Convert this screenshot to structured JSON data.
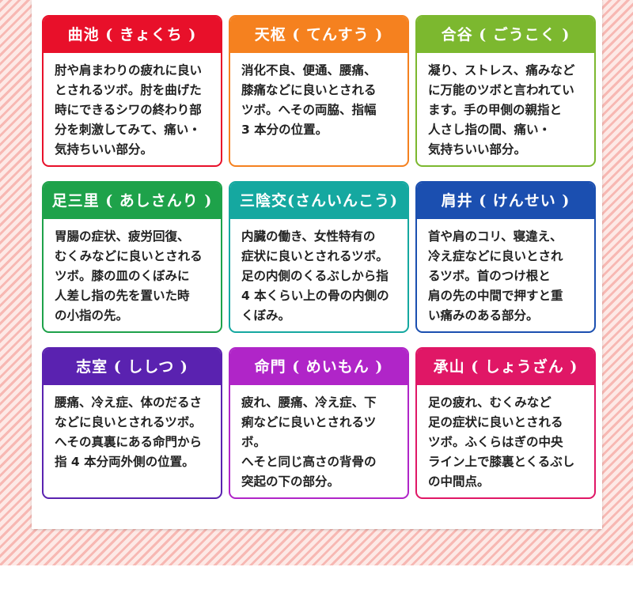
{
  "colors": {
    "background_stripe": "#f7b8b3",
    "panel": "#ffffff"
  },
  "cards": [
    {
      "title": "曲池 ( きょくち )",
      "color": "#e8102a",
      "text": "肘や肩まわりの疲れに良い\nとされるツボ。肘を曲げた\n時にできるシワの終わり部\n分を刺激してみて、痛い・\n気持ちいい部分。"
    },
    {
      "title": "天枢 ( てんすう )",
      "color": "#f5811f",
      "text": "消化不良、便通、腰痛、\n膝痛などに良いとされる\nツボ。へその両脇、指幅\n3 本分の位置。"
    },
    {
      "title": "合谷 ( ごうこく )",
      "color": "#7cb82f",
      "text": "凝り、ストレス、痛みなど\nに万能のツボと言われてい\nます。手の甲側の親指と\n人さし指の間、痛い・\n気持ちいい部分。"
    },
    {
      "title": "足三里 ( あしさんり )",
      "color": "#1ea24a",
      "text": "胃腸の症状、疲労回復、\nむくみなどに良いとされる\nツボ。膝の皿のくぼみに\n人差し指の先を置いた時\nの小指の先。"
    },
    {
      "title": "三陰交(さんいんこう)",
      "color": "#15a8a0",
      "text": "内臓の働き、女性特有の\n症状に良いとされるツボ。\n足の内側のくるぶしから指\n4 本くらい上の骨の内側の\nくぼみ。"
    },
    {
      "title": "肩井 ( けんせい )",
      "color": "#1b4fb0",
      "text": "首や肩のコリ、寝違え、\n冷え症などに良いとされ\nるツボ。首のつけ根と\n肩の先の中間で押すと重\nい痛みのある部分。"
    },
    {
      "title": "志室 ( ししつ )",
      "color": "#5a22b0",
      "text": "腰痛、冷え症、体のだるさ\nなどに良いとされるツボ。\nへその真裏にある命門から\n指 4 本分両外側の位置。"
    },
    {
      "title": "命門 ( めいもん )",
      "color": "#b025c8",
      "text": "疲れ、腰痛、冷え症、下\n痢などに良いとされるツボ。\nへそと同じ高さの背骨の\n突起の下の部分。"
    },
    {
      "title": "承山 ( しょうざん )",
      "color": "#e01766",
      "text": "足の疲れ、むくみなど\n足の症状に良いとされる\nツボ。ふくらはぎの中央\nライン上で膝裏とくるぶし\nの中間点。"
    }
  ]
}
